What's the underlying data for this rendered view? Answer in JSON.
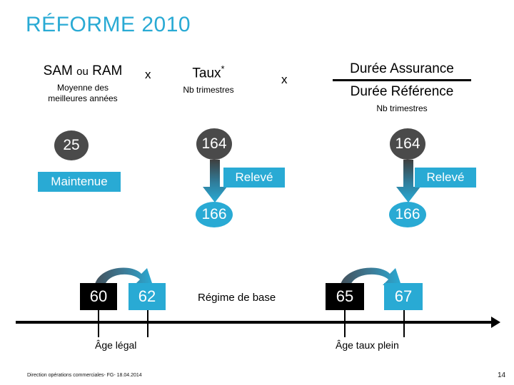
{
  "slide": {
    "title": "RÉFORME 2010",
    "title_color": "#29aad4",
    "page_number": "14",
    "footer": "Direction opérations commerciales- FG- 18.04.2014"
  },
  "formula": {
    "term1": {
      "main_prefix": "SAM",
      "main_small": "ou",
      "main_suffix": "RAM",
      "sub_line1": "Moyenne des",
      "sub_line2": "meilleures années"
    },
    "operator1": "x",
    "term2": {
      "main": "Taux",
      "superscript": "*",
      "sub": "Nb trimestres"
    },
    "operator2": "x",
    "term3": {
      "numerator": "Durée Assurance",
      "denominator": "Durée Référence",
      "note": "Nb trimestres"
    }
  },
  "groups": [
    {
      "id": "sam",
      "old_value": "25",
      "status_label": "Maintenue",
      "new_value": null
    },
    {
      "id": "taux",
      "old_value": "164",
      "status_label": "Relevé",
      "new_value": "166"
    },
    {
      "id": "duree",
      "old_value": "164",
      "status_label": "Relevé",
      "new_value": "166"
    }
  ],
  "timeline": {
    "regime_label": "Régime de base",
    "markers": [
      {
        "old_age": "60",
        "new_age": "62",
        "caption": "Âge légal"
      },
      {
        "old_age": "65",
        "new_age": "67",
        "caption": "Âge taux plein"
      }
    ]
  },
  "colors": {
    "cyan": "#29aad4",
    "dark_gray": "#4a4a4a",
    "black": "#000000"
  }
}
